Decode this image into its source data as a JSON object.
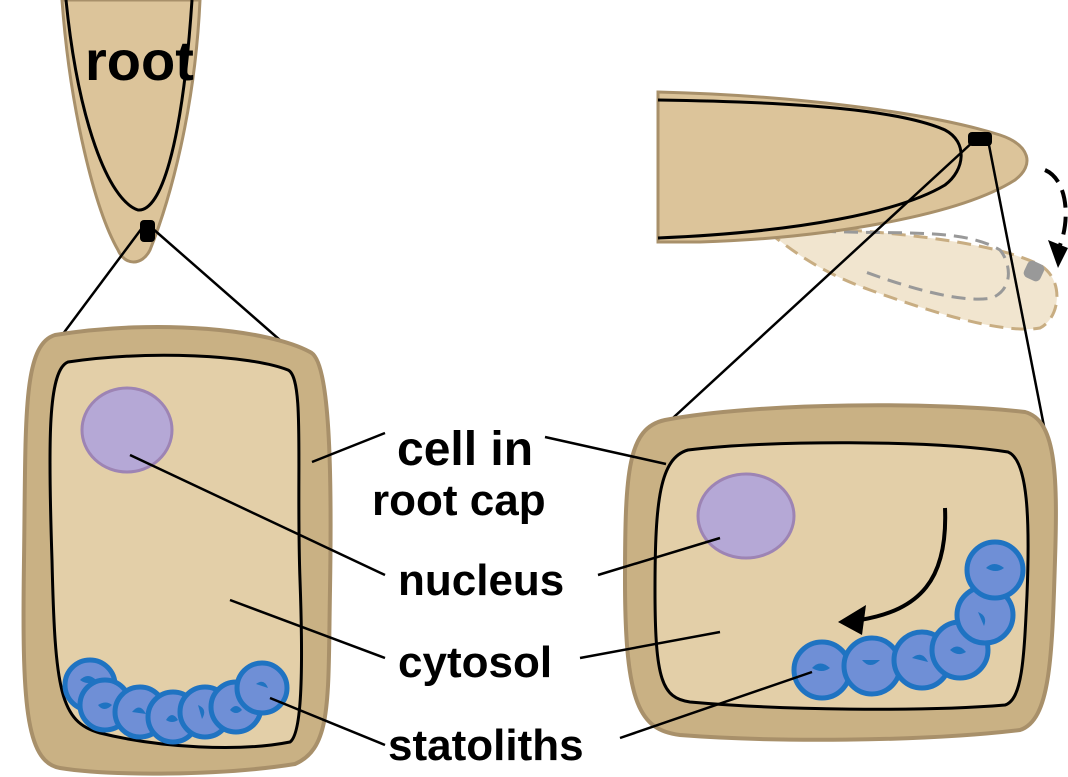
{
  "labels": {
    "root": "root",
    "cell_in": "cell in",
    "root_cap": "root cap",
    "nucleus": "nucleus",
    "cytosol": "cytosol",
    "statoliths": "statoliths"
  },
  "colors": {
    "cell_wall": "#c9b184",
    "wall_stroke": "#a8906a",
    "cytoplasm": "#e3cfa8",
    "root_fill": "#dcc49a",
    "nucleus_fill": "#b5a8d6",
    "nucleus_stroke": "#9d84b4",
    "statolith_fill": "#6f8fd6",
    "statolith_stroke": "#1f73c2",
    "ghost_fill": "#f1e5cf",
    "ghost_stroke": "#c8ad82"
  }
}
